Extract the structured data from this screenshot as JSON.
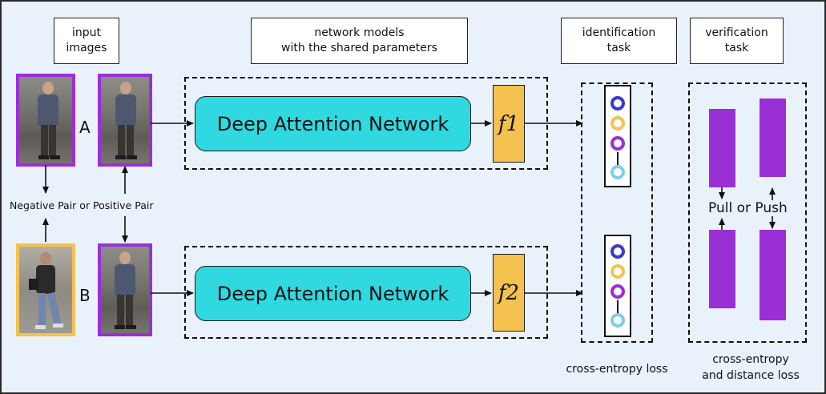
{
  "headers": {
    "input": "input\nimages",
    "network": "network models\nwith the shared parameters",
    "identification": "identification\ntask",
    "verification": "verification\ntask"
  },
  "labels": {
    "a": "A",
    "b": "B",
    "pair": "Negative Pair or Positive Pair",
    "pull_push": "Pull or Push"
  },
  "network": {
    "top": "Deep Attention Network",
    "bottom": "Deep Attention Network"
  },
  "features": {
    "f1": "f1",
    "f2": "f2"
  },
  "captions": {
    "identification": "cross-entropy loss",
    "verification": "cross-entropy\nand distance loss"
  },
  "colors": {
    "background": "#e9f1fb",
    "network_box": "#2fd9df",
    "feature_box": "#f5c250",
    "purple": "#9a2fd6",
    "positive_border": "#9a2fd6",
    "negative_border": "#f5c250",
    "dot_blue": "#3b3ad0",
    "dot_yellow": "#f5c250",
    "dot_purple": "#9a2fd6",
    "dot_cyan": "#7fcde6"
  }
}
